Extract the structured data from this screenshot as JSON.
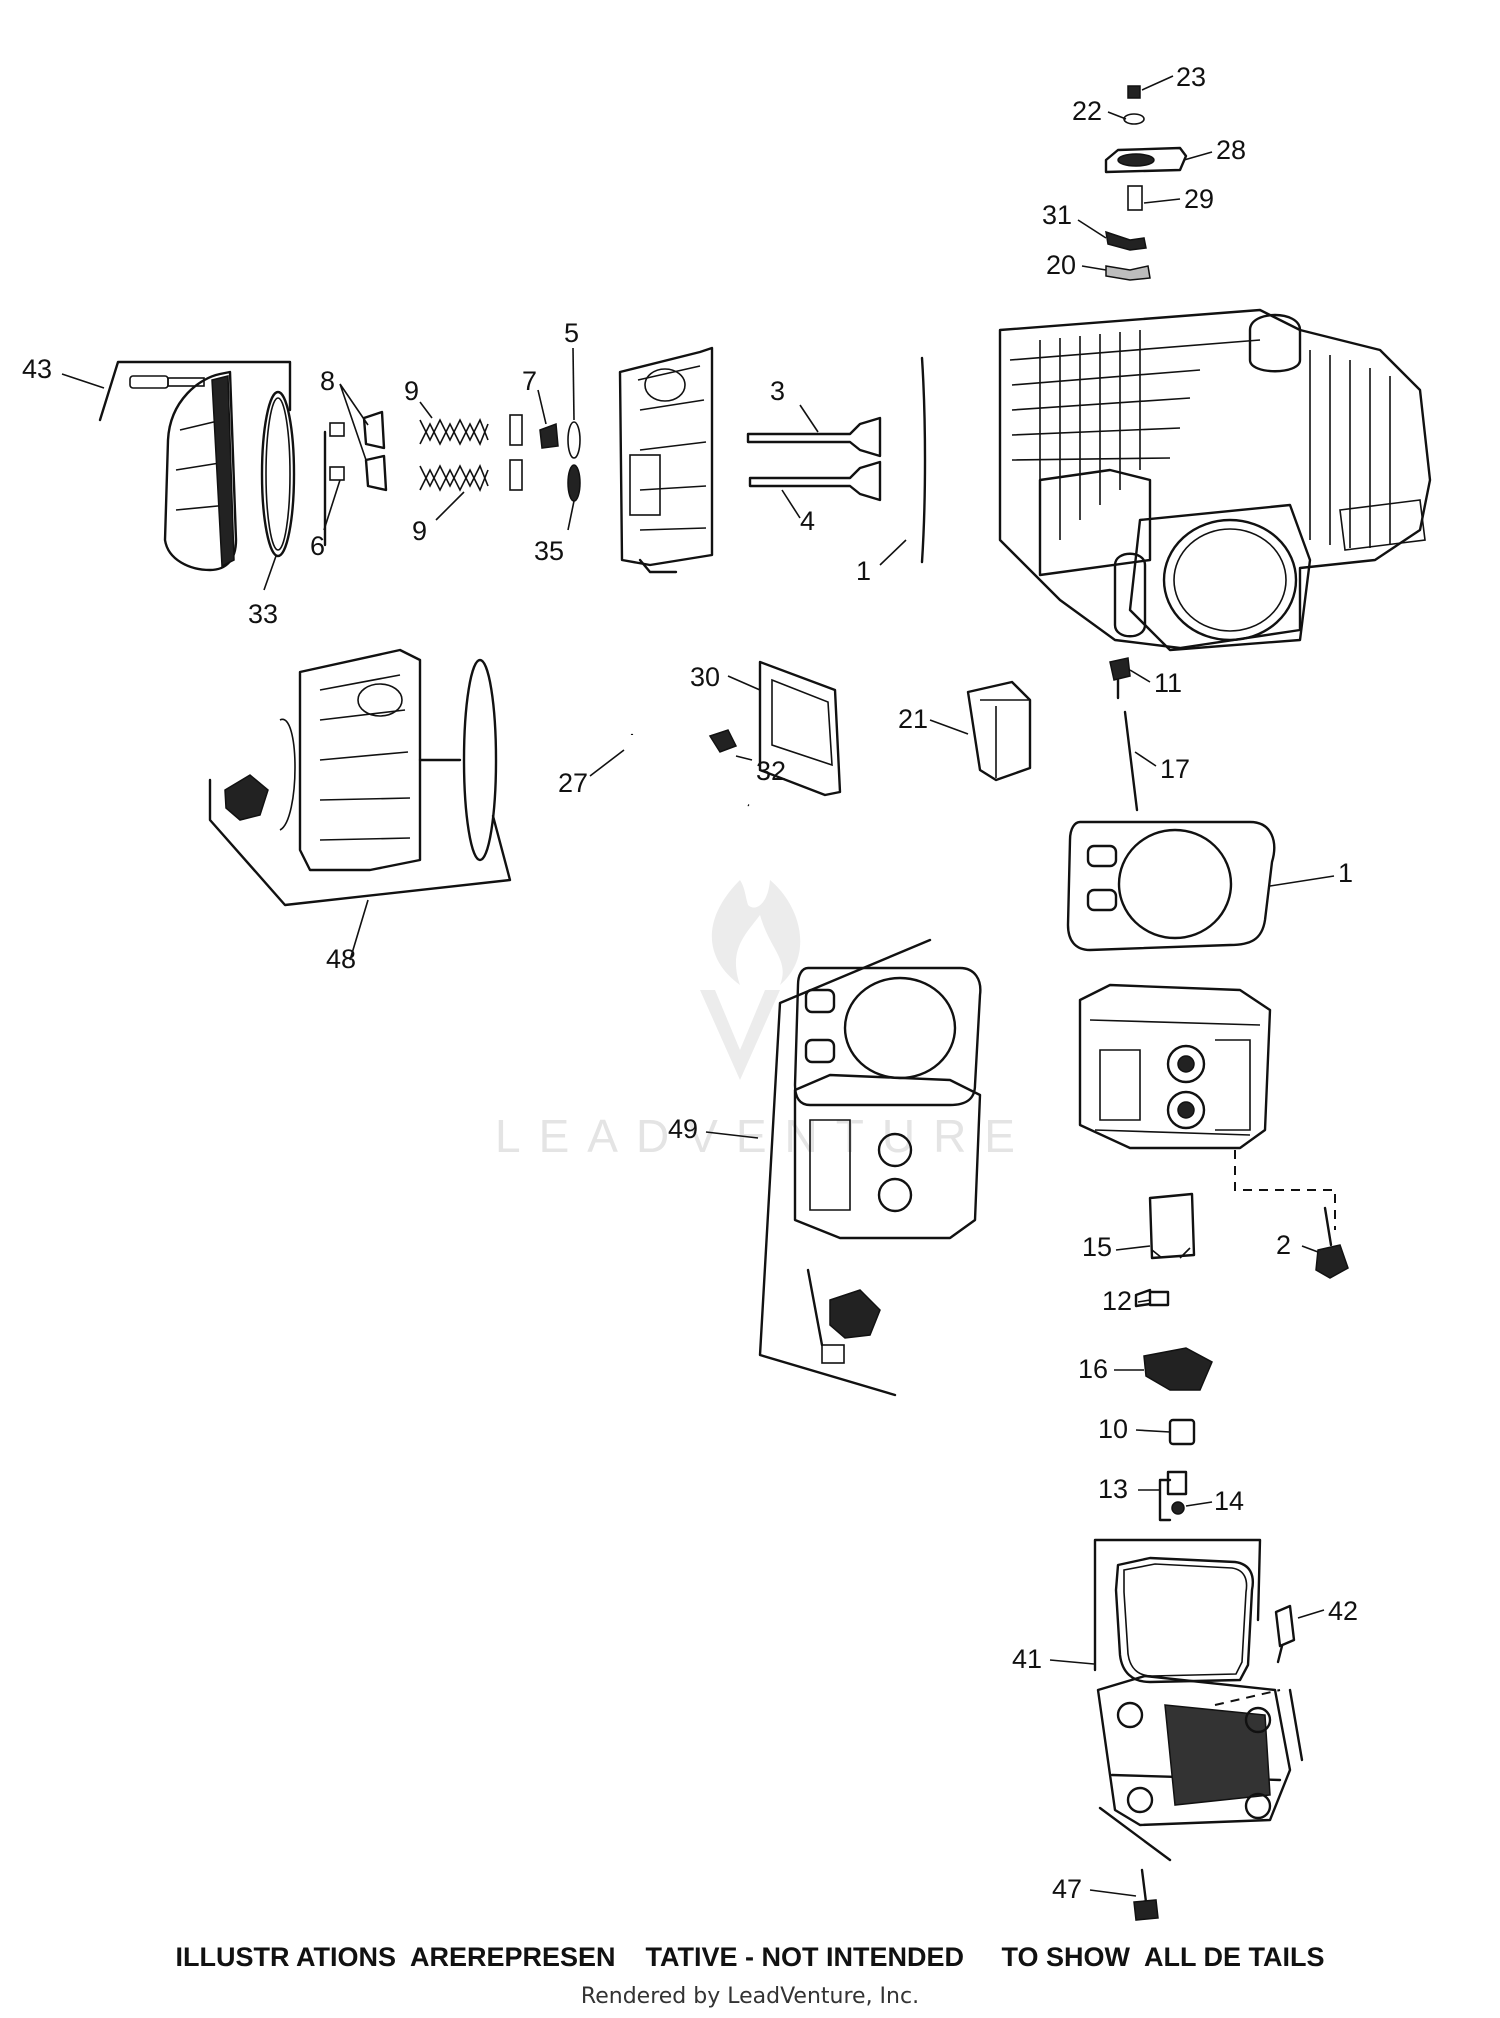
{
  "diagram": {
    "watermark_text": "LEADVENTURE",
    "disclaimer": "ILLUSTR ATIONS  AREREPRESEN    TATIVE - NOT INTENDED     TO SHOW  ALL DE TAILS",
    "credit": "Rendered by LeadVenture, Inc.",
    "callouts": [
      "1",
      "1",
      "2",
      "3",
      "4",
      "5",
      "6",
      "7",
      "8",
      "9",
      "9",
      "10",
      "11",
      "12",
      "13",
      "14",
      "15",
      "16",
      "17",
      "20",
      "21",
      "22",
      "23",
      "27",
      "28",
      "29",
      "30",
      "31",
      "32",
      "33",
      "35",
      "41",
      "42",
      "43",
      "47",
      "48",
      "49"
    ]
  }
}
